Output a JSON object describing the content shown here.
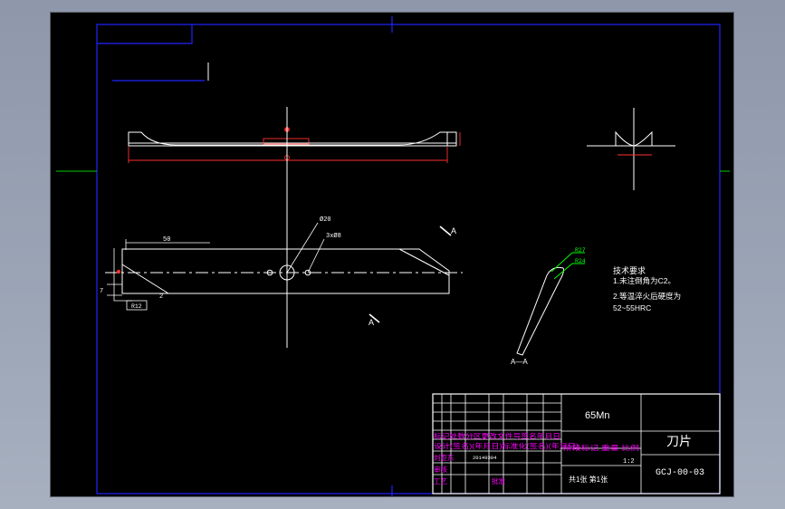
{
  "colors": {
    "background": "#000000",
    "frame": "#2222ff",
    "geometry": "#ffffff",
    "dimension": "#00ff00",
    "centerline": "#ff0000",
    "title_block_text": "#ff00ff",
    "title_block_lines": "#ffffff"
  },
  "dimensions": {
    "length_50": "50",
    "hole_dia": "Ø20",
    "holes_pattern": "3xØ8",
    "radius_r27": "R27",
    "radius_r24": "R24",
    "small_7": "7",
    "small_2": "2",
    "small_r12": "R12"
  },
  "section": {
    "cut_mark_top": "A",
    "cut_mark_bottom": "A",
    "section_label": "A—A"
  },
  "tech_notes": {
    "heading": "技术要求",
    "line1": "1.未注倒角为C2。",
    "line2": "2.等温淬火后硬度为",
    "line3": "52~55HRC"
  },
  "title_block": {
    "material": "65Mn",
    "part_name": "刀片",
    "drawing_no": "GCJ-00-03",
    "scale": "1:2",
    "rev_header": "标记处数分区更改文件号签名年月日",
    "design_row": "设计(签名)(年月日)标准化(签名)(年月日)",
    "stage_header": "阶段标记 重量 比例",
    "review_label": "审核",
    "process_label": "工艺",
    "approve_label": "批准",
    "designer": "刘亚东",
    "date": "20140304",
    "sheet_info": "共1张 第1张"
  }
}
